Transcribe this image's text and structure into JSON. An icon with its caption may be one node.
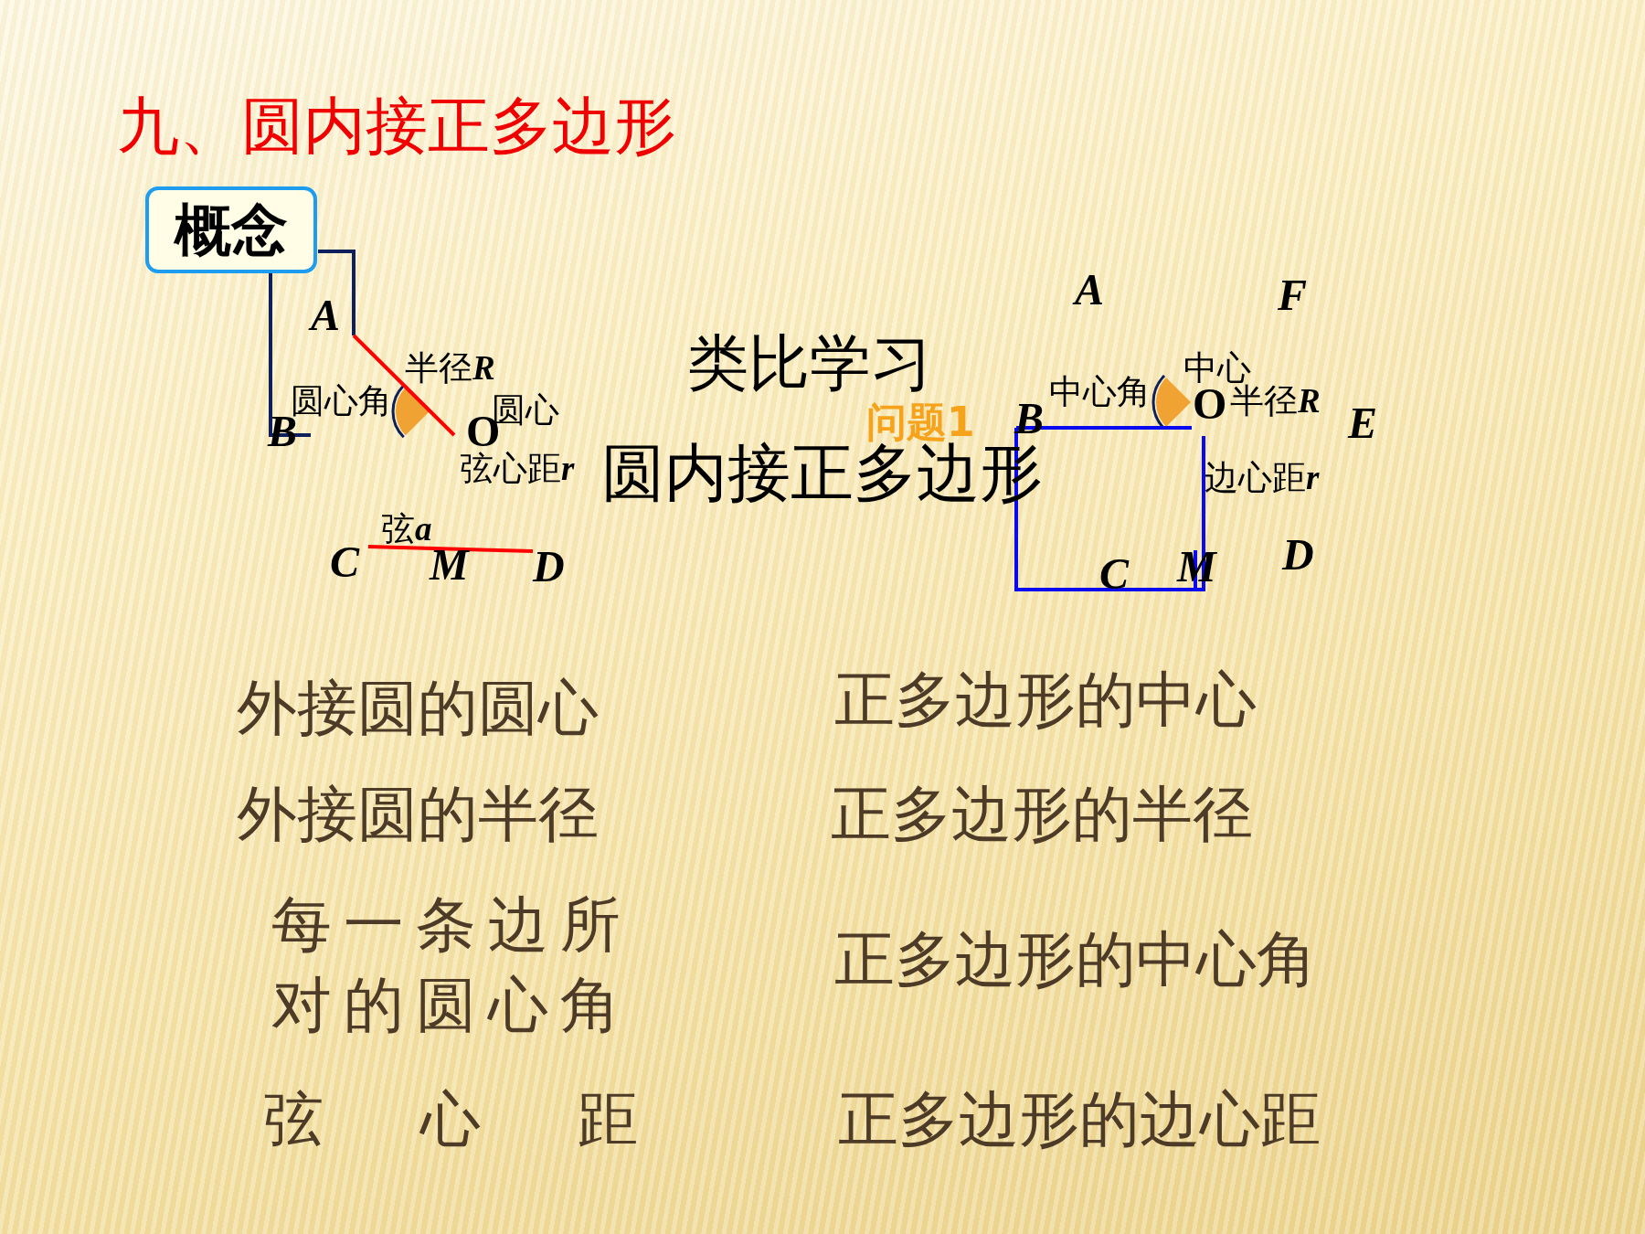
{
  "diagram": {
    "title": "九、圆内接正多边形",
    "nodes": [
      {
        "text": [
          "概念"
        ]
      }
    ],
    "labels": [
      "A",
      "半径R",
      "圆心角",
      "圆心",
      "B",
      "O",
      "弦心距r",
      "弦a",
      "C",
      "M",
      "D",
      "类比学习",
      "问题1",
      "圆内接正多边形",
      "A",
      "F",
      "中心",
      "中心角",
      "O",
      "半径R",
      "B",
      "E",
      "边心距r",
      "C",
      "M",
      "D",
      "外接圆的圆心",
      "正多边形的中心",
      "外接圆的半径",
      "正多边形的半径",
      "每一条边所对的圆心角",
      "正多边形的中心角",
      "弦心距",
      "正多边形的边心距"
    ]
  }
}
